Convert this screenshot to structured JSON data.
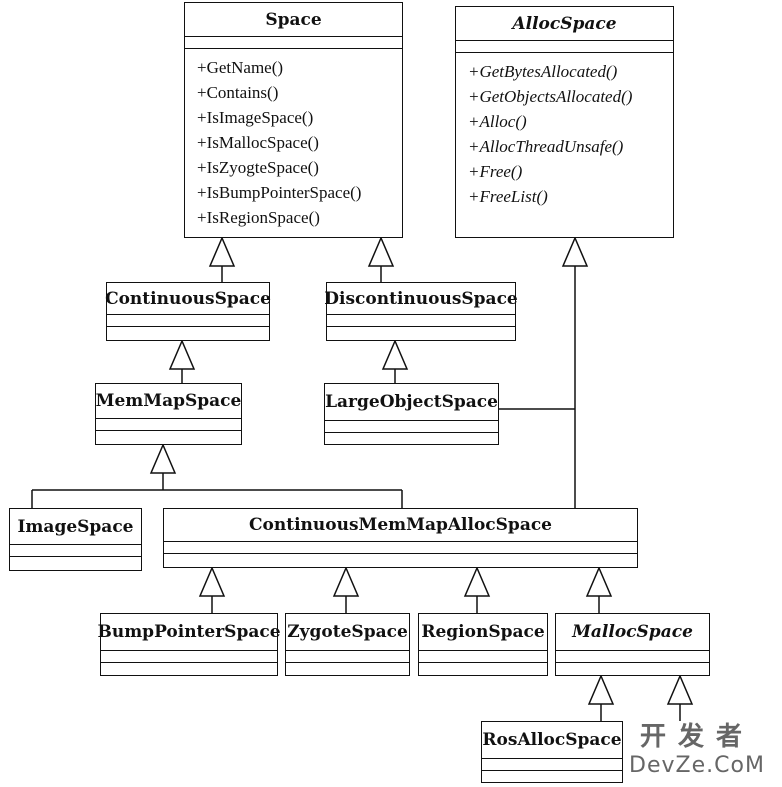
{
  "classes": {
    "space": {
      "name": "Space",
      "ops": [
        "+GetName()",
        "+Contains()",
        "+IsImageSpace()",
        "+IsMallocSpace()",
        "+IsZyogteSpace()",
        "+IsBumpPointerSpace()",
        "+IsRegionSpace()"
      ]
    },
    "alloc_space": {
      "name": "AllocSpace",
      "ops": [
        "+GetBytesAllocated()",
        "+GetObjectsAllocated()",
        "+Alloc()",
        "+AllocThreadUnsafe()",
        "+Free()",
        "+FreeList()"
      ]
    },
    "continuous_space": {
      "name": "ContinuousSpace"
    },
    "discontinuous_space": {
      "name": "DiscontinuousSpace"
    },
    "mem_map_space": {
      "name": "MemMapSpace"
    },
    "large_object_space": {
      "name": "LargeObjectSpace"
    },
    "image_space": {
      "name": "ImageSpace"
    },
    "continuous_mem_map_alloc_space": {
      "name": "ContinuousMemMapAllocSpace"
    },
    "bump_pointer_space": {
      "name": "BumpPointerSpace"
    },
    "zygote_space": {
      "name": "ZygoteSpace"
    },
    "region_space": {
      "name": "RegionSpace"
    },
    "malloc_space": {
      "name": "MallocSpace"
    },
    "ros_alloc_space": {
      "name": "RosAllocSpace"
    }
  },
  "watermark": {
    "line1": "开发者",
    "line2": "DevZe.CoM"
  },
  "colors": {
    "stroke": "#111111",
    "background": "#ffffff"
  }
}
